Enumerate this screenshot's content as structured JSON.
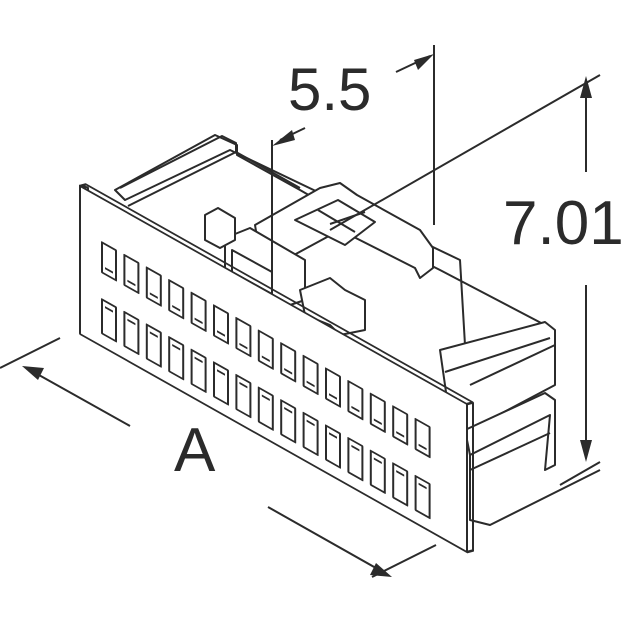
{
  "drawing": {
    "subject": "connector-housing",
    "dimensions": {
      "pitch_label": "5.5",
      "height_label": "7.01",
      "length_label": "A"
    },
    "cavity_rows": 2,
    "cavities_per_row": 15,
    "line_color": "#2b2b2b"
  }
}
